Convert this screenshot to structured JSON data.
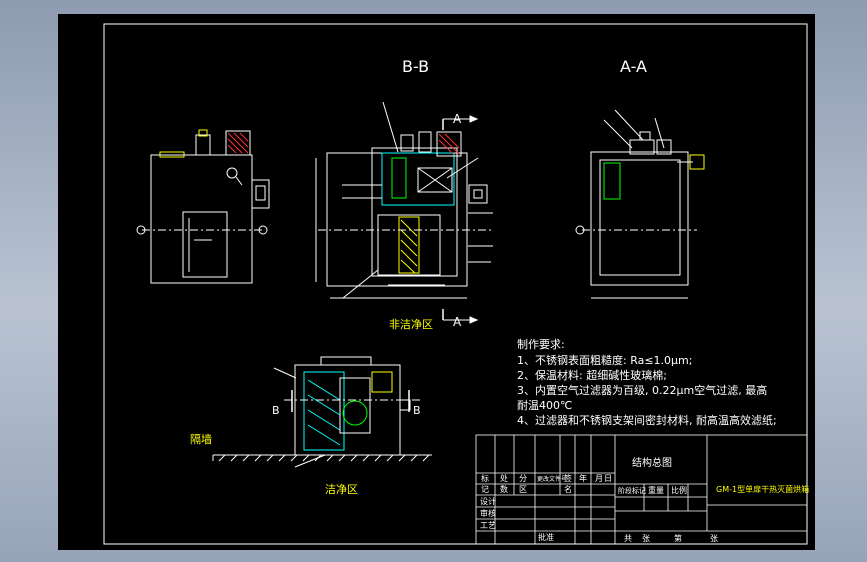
{
  "views": {
    "section_bb": "B-B",
    "section_aa": "A-A",
    "cut_a_top": "A",
    "cut_a_bottom": "A",
    "cut_b_left": "B",
    "cut_b_right": "B"
  },
  "zone_labels": {
    "non_clean": "非洁净区",
    "clean": "洁净区",
    "wall": "隔墙"
  },
  "requirements": {
    "title": "制作要求:",
    "items": [
      "1、不锈钢表面粗糙度: Ra≤1.0μm;",
      "2、保温材料: 超细碱性玻璃棉;",
      "3、内置空气过滤器为百级, 0.22μm空气过滤, 最高",
      "耐温400℃",
      "4、过滤器和不锈钢支架间密封材料, 耐高温高效滤纸;"
    ]
  },
  "title_block": {
    "drawing_title": "结构总图",
    "product_name": "GM-1型单扉干热灭菌烘箱",
    "row_labels": [
      "标",
      "记",
      "处",
      "数",
      "分",
      "区",
      "更改文件号",
      "签",
      "名",
      "年",
      "月",
      "日"
    ],
    "roles": [
      "设计",
      "审核",
      "工艺",
      "批准"
    ],
    "stage_labels": [
      "阶段标记",
      "重量",
      "比例"
    ],
    "sheet_labels": [
      "共",
      "张",
      "第",
      "张"
    ]
  },
  "colors": {
    "background": "#000000",
    "line": "#ffffff",
    "accent_yellow": "#ffff00",
    "accent_green": "#00ff00",
    "accent_cyan": "#00ffff",
    "accent_red": "#ff3030"
  }
}
